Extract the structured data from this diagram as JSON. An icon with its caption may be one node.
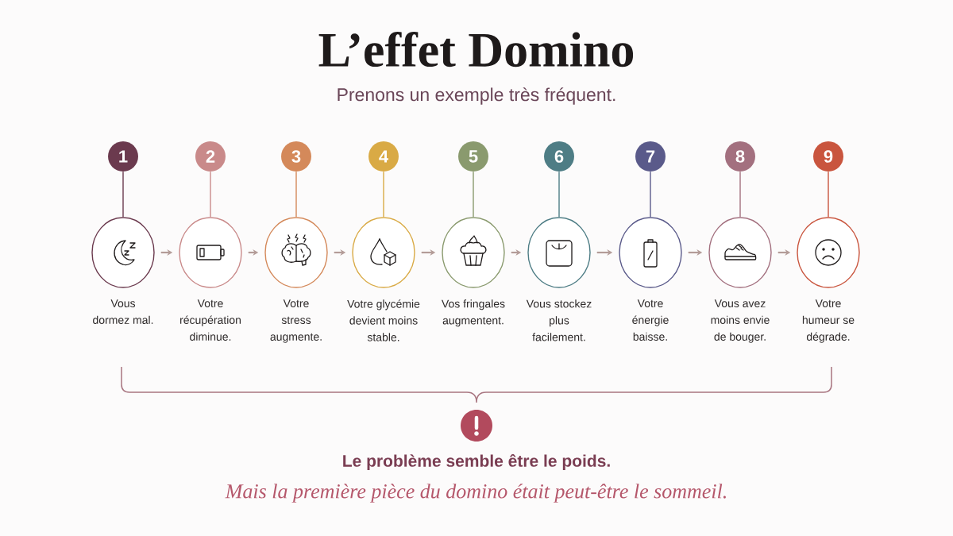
{
  "diagram": {
    "title": "L’effet Domino",
    "nodes": [
      {
        "text": [
          "1"
        ]
      },
      {
        "text": [
          "2"
        ]
      },
      {
        "text": [
          "3"
        ]
      },
      {
        "text": [
          "4"
        ]
      },
      {
        "text": [
          "5"
        ]
      },
      {
        "text": [
          "6"
        ]
      },
      {
        "text": [
          "7"
        ]
      },
      {
        "text": [
          "8"
        ]
      },
      {
        "text": [
          "9"
        ]
      },
      {
        "text": [],
        "shape": "circle",
        "beside": [
          "Vous dormez mal."
        ]
      },
      {
        "text": [],
        "shape": "circle",
        "beside": [
          "Votre récupération diminue."
        ]
      },
      {
        "text": [],
        "shape": "circle",
        "beside": [
          "Votre stress augmente."
        ]
      },
      {
        "text": [],
        "shape": "circle",
        "beside": [
          "Votre glycémie devient moins stable."
        ]
      },
      {
        "text": [],
        "shape": "circle",
        "beside": [
          "Vos fringales augmentent."
        ]
      },
      {
        "text": [],
        "shape": "circle",
        "beside": [
          "Vous stockez plus facilement."
        ]
      },
      {
        "text": [],
        "shape": "circle",
        "beside": [
          "Votre énergie baisse."
        ]
      },
      {
        "text": [],
        "shape": "circle",
        "beside": [
          "Vous avez moins envie de bouger."
        ]
      },
      {
        "text": [],
        "shape": "circle",
        "beside": [
          "Votre humeur se dégrade."
        ]
      }
    ],
    "edges": [
      {
        "from": 0,
        "to": 9,
        "arrow": "none",
        "color": "#6b3a4e"
      },
      {
        "from": 1,
        "to": 10,
        "arrow": "none",
        "color": "#c98a8a"
      },
      {
        "from": 2,
        "to": 11,
        "arrow": "none",
        "color": "#d4895a"
      },
      {
        "from": 3,
        "to": 12,
        "arrow": "none",
        "color": "#d9aa45"
      },
      {
        "from": 4,
        "to": 13,
        "arrow": "none",
        "color": "#8a9a6e"
      },
      {
        "from": 5,
        "to": 14,
        "arrow": "none",
        "color": "#4e7d85"
      },
      {
        "from": 6,
        "to": 15,
        "arrow": "none",
        "color": "#5a5a8a"
      },
      {
        "from": 7,
        "to": 16,
        "arrow": "none",
        "color": "#a3707f"
      },
      {
        "from": 8,
        "to": 17,
        "arrow": "none",
        "color": "#c9553e"
      },
      {
        "from": 9,
        "to": 10,
        "arrow": "to"
      },
      {
        "from": 10,
        "to": 11,
        "arrow": "to"
      },
      {
        "from": 11,
        "to": 12,
        "arrow": "to"
      },
      {
        "from": 12,
        "to": 13,
        "arrow": "to"
      },
      {
        "from": 13,
        "to": 14,
        "arrow": "to"
      },
      {
        "from": 14,
        "to": 15,
        "arrow": "to"
      },
      {
        "from": 15,
        "to": 16,
        "arrow": "to"
      },
      {
        "from": 16,
        "to": 17,
        "arrow": "to"
      }
    ],
    "labels": [
      "Prenons un exemple très fréquent.",
      "Le problème semble être le poids.",
      "Mais la première pièce du domino était peut-être le sommeil."
    ]
  }
}
